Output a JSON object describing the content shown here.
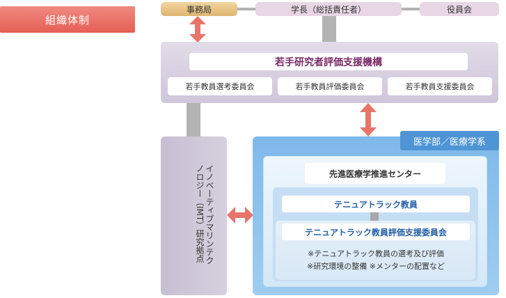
{
  "org_title": "組織体制",
  "top": {
    "secretariat": "事務局",
    "president": "学長（総括責任者）",
    "board": "役員会"
  },
  "organization": {
    "name": "若手研究者評価支援機構",
    "committees": [
      "若手教員選考委員会",
      "若手教員評価委員会",
      "若手教員支援委員会"
    ]
  },
  "imt": {
    "name": "イノベーティブマリンテクノロジー（IMT）研究拠点"
  },
  "medical": {
    "label": "医学部／医療学系",
    "center": "先進医療学推進センター",
    "teachers": "テニュアトラック教員",
    "eval_committee": "テニュアトラック教員評価支援委員会",
    "notes": [
      "※テニュアトラック教員の選考及び評価",
      "※研究環境の整備 ※メンターの配置など"
    ]
  },
  "colors": {
    "title_bg": "#e96459",
    "secretariat_bg": "#e7c283",
    "pill_bg": "#e8d6e4",
    "org_bg": "#d8d0e0",
    "org_text": "#7a2a66",
    "medical_label_bg": "#4f95d6",
    "teacher_text": "#245fa8",
    "arrow": "#e8756a"
  }
}
